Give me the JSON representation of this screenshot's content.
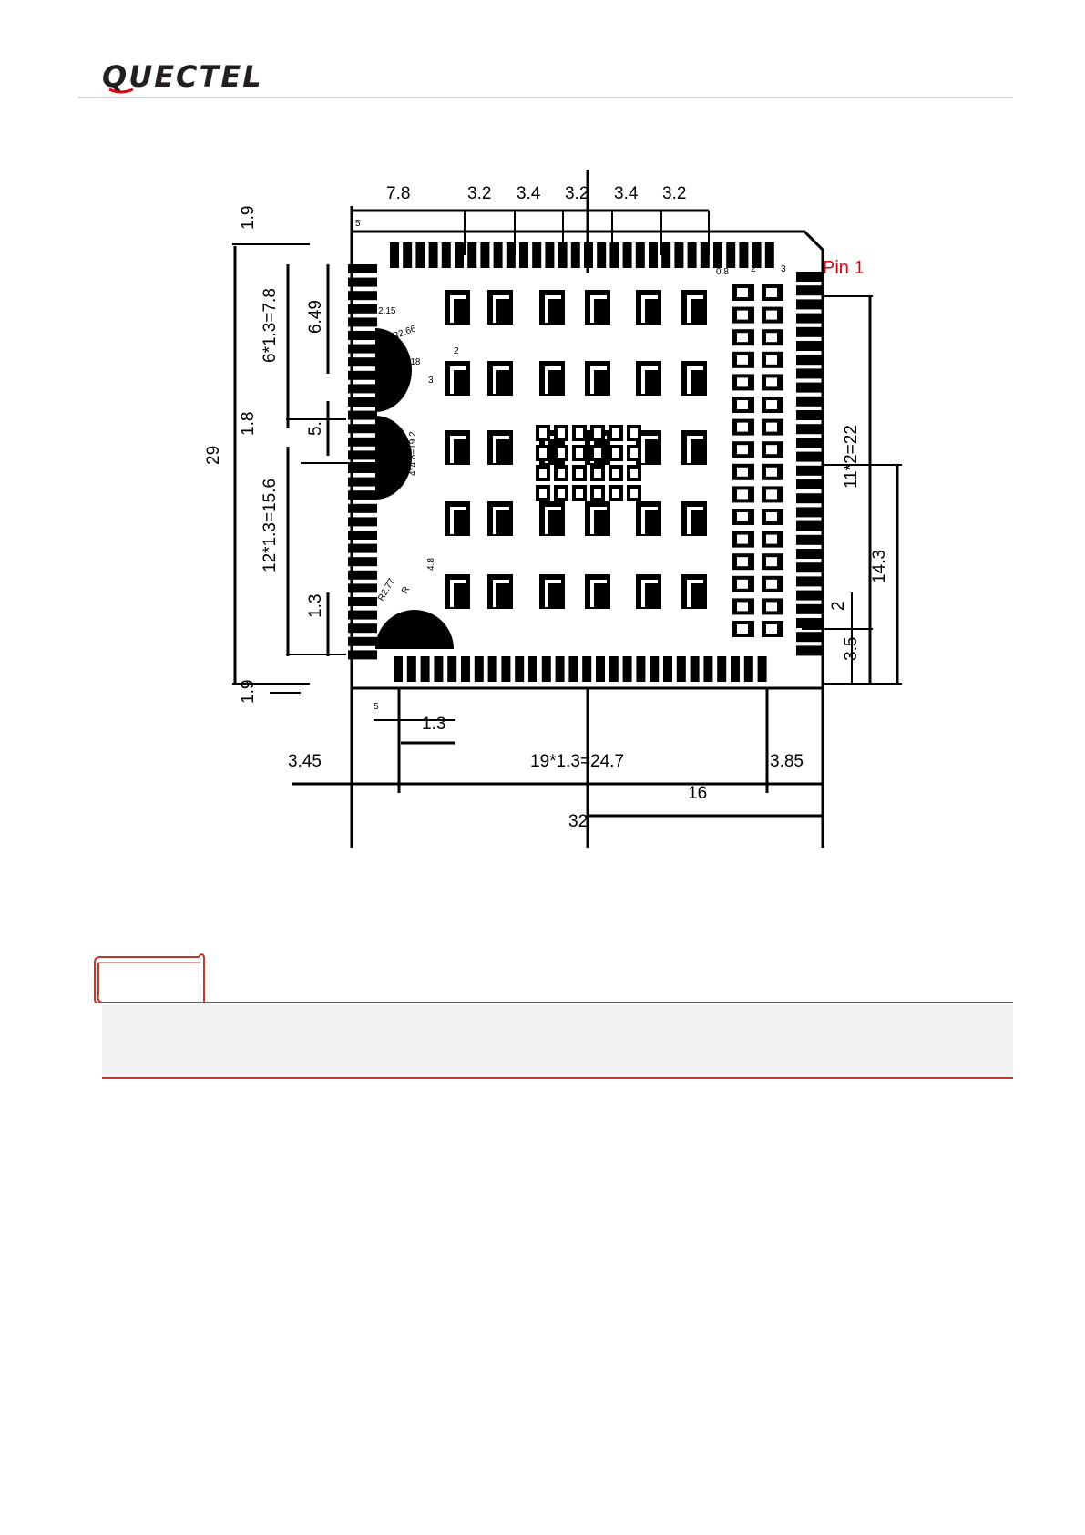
{
  "header": {
    "brand": "QUECTEL"
  },
  "drawing": {
    "top_dims": [
      "7.8",
      "3.2",
      "3.4",
      "3.2",
      "3.4",
      "3.2"
    ],
    "left_dims": {
      "d19_top": "1.9",
      "d29": "29",
      "d18": "1.8",
      "d19_bottom": "1.9",
      "d6x13": "6*1.3=7.8",
      "d12x13": "12*1.3=15.6",
      "d649": "6.49",
      "d5": "5.",
      "d13_left": "1.3"
    },
    "right_dims": {
      "d11x2": "11*2=22",
      "d143": "14.3",
      "d2": "2",
      "d35": "3.5"
    },
    "bottom_dims": {
      "d345": "3.45",
      "d19x13": "19*1.3=24.7",
      "d385": "3.85",
      "d16": "16",
      "d32": "32",
      "d13_bottom": "1.3"
    },
    "small_labels": [
      "2.15",
      "R2.66",
      "1.18",
      "4*4.8=19.2",
      "4.8",
      "R2.77",
      "R",
      "5",
      "2",
      "3",
      "5",
      "0.8",
      "2",
      "3"
    ],
    "pin_label": "Pin 1"
  },
  "note": {
    "label": ""
  },
  "colors": {
    "accent": "#c0392b",
    "pin": "#e0000e"
  }
}
